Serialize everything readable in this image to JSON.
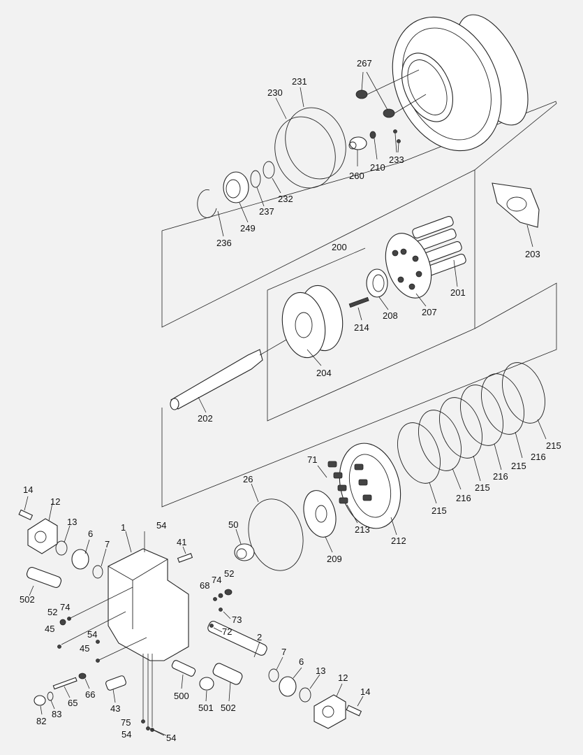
{
  "labels": [
    {
      "id": "267",
      "text": "267"
    },
    {
      "id": "230",
      "text": "230"
    },
    {
      "id": "231",
      "text": "231"
    },
    {
      "id": "210",
      "text": "210"
    },
    {
      "id": "233",
      "text": "233"
    },
    {
      "id": "260",
      "text": "260"
    },
    {
      "id": "232",
      "text": "232"
    },
    {
      "id": "237",
      "text": "237"
    },
    {
      "id": "249",
      "text": "249"
    },
    {
      "id": "236",
      "text": "236"
    },
    {
      "id": "200",
      "text": "200"
    },
    {
      "id": "203",
      "text": "203"
    },
    {
      "id": "201",
      "text": "201"
    },
    {
      "id": "207",
      "text": "207"
    },
    {
      "id": "208",
      "text": "208"
    },
    {
      "id": "214",
      "text": "214"
    },
    {
      "id": "204",
      "text": "204"
    },
    {
      "id": "202",
      "text": "202"
    },
    {
      "id": "215a",
      "text": "215"
    },
    {
      "id": "216a",
      "text": "216"
    },
    {
      "id": "215b",
      "text": "215"
    },
    {
      "id": "216b",
      "text": "216"
    },
    {
      "id": "215c",
      "text": "215"
    },
    {
      "id": "216c",
      "text": "216"
    },
    {
      "id": "215d",
      "text": "215"
    },
    {
      "id": "71",
      "text": "71"
    },
    {
      "id": "26",
      "text": "26"
    },
    {
      "id": "212",
      "text": "212"
    },
    {
      "id": "213",
      "text": "213"
    },
    {
      "id": "209",
      "text": "209"
    },
    {
      "id": "50",
      "text": "50"
    },
    {
      "id": "14a",
      "text": "14"
    },
    {
      "id": "12a",
      "text": "12"
    },
    {
      "id": "13a",
      "text": "13"
    },
    {
      "id": "6a",
      "text": "6"
    },
    {
      "id": "7a",
      "text": "7"
    },
    {
      "id": "1",
      "text": "1"
    },
    {
      "id": "54a",
      "text": "54"
    },
    {
      "id": "41",
      "text": "41"
    },
    {
      "id": "502a",
      "text": "502"
    },
    {
      "id": "68",
      "text": "68"
    },
    {
      "id": "74a",
      "text": "74"
    },
    {
      "id": "52a",
      "text": "52"
    },
    {
      "id": "74b",
      "text": "74"
    },
    {
      "id": "52b",
      "text": "52"
    },
    {
      "id": "73",
      "text": "73"
    },
    {
      "id": "72",
      "text": "72"
    },
    {
      "id": "45a",
      "text": "45"
    },
    {
      "id": "54b",
      "text": "54"
    },
    {
      "id": "45b",
      "text": "45"
    },
    {
      "id": "2",
      "text": "2"
    },
    {
      "id": "7b",
      "text": "7"
    },
    {
      "id": "6b",
      "text": "6"
    },
    {
      "id": "13b",
      "text": "13"
    },
    {
      "id": "12b",
      "text": "12"
    },
    {
      "id": "14b",
      "text": "14"
    },
    {
      "id": "66",
      "text": "66"
    },
    {
      "id": "65",
      "text": "65"
    },
    {
      "id": "43",
      "text": "43"
    },
    {
      "id": "500",
      "text": "500"
    },
    {
      "id": "501",
      "text": "501"
    },
    {
      "id": "502b",
      "text": "502"
    },
    {
      "id": "82",
      "text": "82"
    },
    {
      "id": "83",
      "text": "83"
    },
    {
      "id": "75",
      "text": "75"
    },
    {
      "id": "54c",
      "text": "54"
    },
    {
      "id": "54d",
      "text": "54"
    }
  ]
}
